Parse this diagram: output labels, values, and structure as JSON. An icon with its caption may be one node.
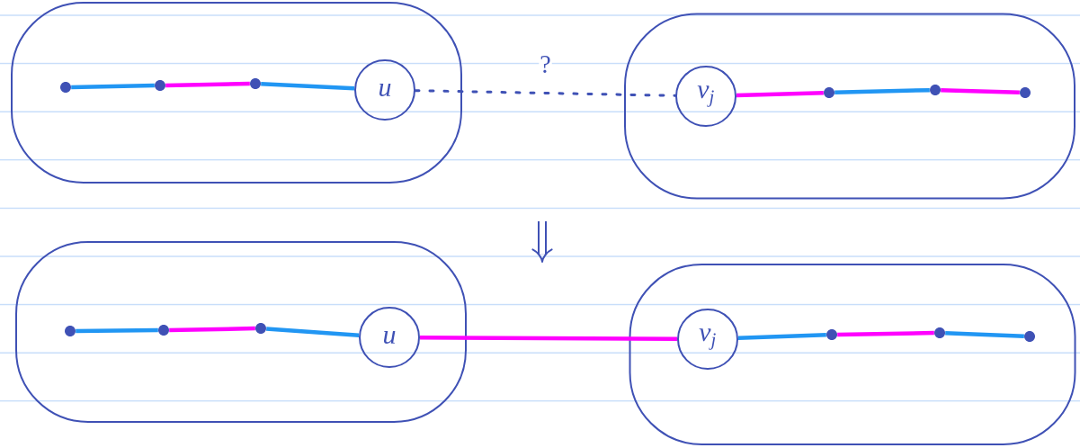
{
  "diagram": {
    "nodes": [
      {
        "text": [],
        "shape": "cloud"
      },
      {
        "text": [],
        "shape": "circle",
        "in": 0
      },
      {
        "text": [],
        "shape": "circle",
        "in": 0
      },
      {
        "text": [],
        "shape": "circle",
        "in": 0
      },
      {
        "text": [
          "u"
        ],
        "in": 0
      },
      {
        "text": [],
        "shape": "cloud"
      },
      {
        "text": [
          "v$_{j}$"
        ],
        "in": 5
      },
      {
        "text": [],
        "shape": "circle",
        "in": 5
      },
      {
        "text": [],
        "shape": "circle",
        "in": 5
      },
      {
        "text": [],
        "shape": "circle",
        "in": 5
      },
      {
        "text": [],
        "shape": "cloud"
      },
      {
        "text": [],
        "shape": "circle",
        "in": 10
      },
      {
        "text": [],
        "shape": "circle",
        "in": 10
      },
      {
        "text": [],
        "shape": "circle",
        "in": 10
      },
      {
        "text": [
          "u"
        ],
        "in": 10
      },
      {
        "text": [],
        "shape": "cloud"
      },
      {
        "text": [
          "v$_{j}$"
        ],
        "in": 15
      },
      {
        "text": [],
        "shape": "circle",
        "in": 15
      },
      {
        "text": [],
        "shape": "circle",
        "in": 15
      },
      {
        "text": [],
        "shape": "circle",
        "in": 15
      }
    ],
    "edges": [
      {
        "from": 1,
        "to": 2,
        "arrow": "none",
        "color": "#2196f3"
      },
      {
        "from": 2,
        "to": 3,
        "arrow": "none",
        "color": "#ff00ff"
      },
      {
        "from": 3,
        "to": 4,
        "arrow": "none",
        "color": "#2196f3"
      },
      {
        "from": 4,
        "to": 6,
        "arrow": "none",
        "style": "dashed",
        "color": "#3f51b5",
        "label": "?"
      },
      {
        "from": 6,
        "to": 7,
        "arrow": "none",
        "color": "#ff00ff"
      },
      {
        "from": 7,
        "to": 8,
        "arrow": "none",
        "color": "#2196f3"
      },
      {
        "from": 8,
        "to": 9,
        "arrow": "none",
        "color": "#ff00ff"
      },
      {
        "from": 11,
        "to": 12,
        "arrow": "none",
        "color": "#2196f3"
      },
      {
        "from": 12,
        "to": 13,
        "arrow": "none",
        "color": "#ff00ff"
      },
      {
        "from": 13,
        "to": 14,
        "arrow": "none",
        "color": "#2196f3"
      },
      {
        "from": 14,
        "to": 16,
        "arrow": "none",
        "color": "#ff00ff"
      },
      {
        "from": 16,
        "to": 17,
        "arrow": "none",
        "color": "#2196f3"
      },
      {
        "from": 17,
        "to": 18,
        "arrow": "none",
        "color": "#ff00ff"
      },
      {
        "from": 18,
        "to": 19,
        "arrow": "none",
        "color": "#2196f3"
      }
    ]
  }
}
